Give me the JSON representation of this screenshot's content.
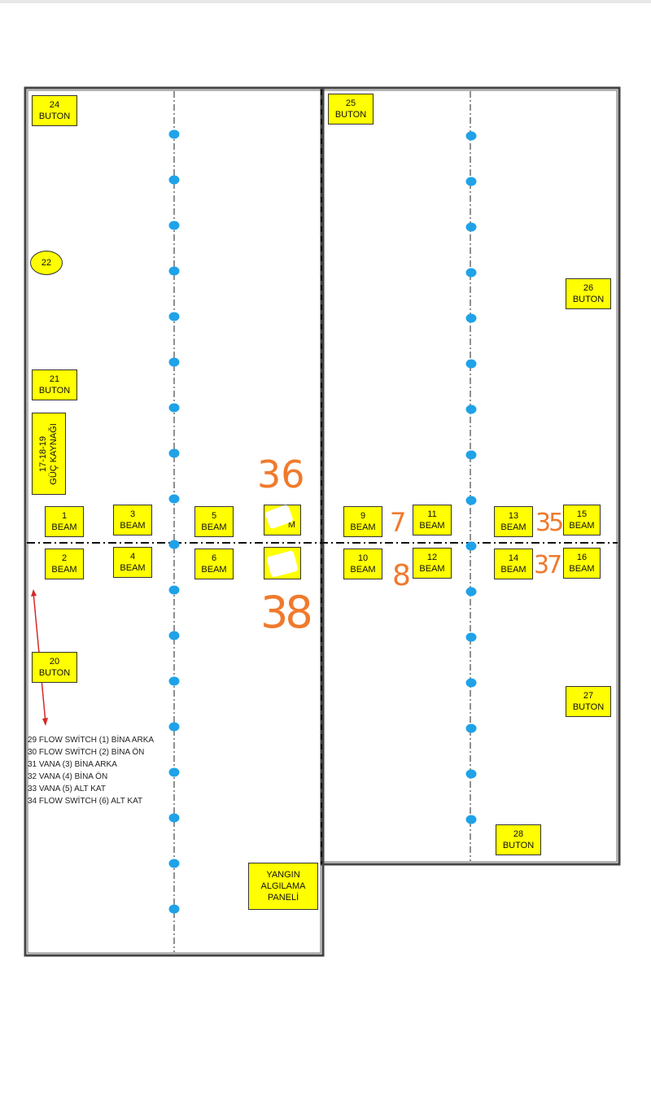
{
  "boxes": {
    "b24": {
      "num": "24",
      "label": "BUTON"
    },
    "b25": {
      "num": "25",
      "label": "BUTON"
    },
    "b26": {
      "num": "26",
      "label": "BUTON"
    },
    "b21": {
      "num": "21",
      "label": "BUTON"
    },
    "b20": {
      "num": "20",
      "label": "BUTON"
    },
    "b27": {
      "num": "27",
      "label": "BUTON"
    },
    "b28": {
      "num": "28",
      "label": "BUTON"
    },
    "b1": {
      "num": "1",
      "label": "BEAM"
    },
    "b2": {
      "num": "2",
      "label": "BEAM"
    },
    "b3": {
      "num": "3",
      "label": "BEAM"
    },
    "b4": {
      "num": "4",
      "label": "BEAM"
    },
    "b5": {
      "num": "5",
      "label": "BEAM"
    },
    "b6": {
      "num": "6",
      "label": "BEAM"
    },
    "b9": {
      "num": "9",
      "label": "BEAM"
    },
    "b10": {
      "num": "10",
      "label": "BEAM"
    },
    "b11": {
      "num": "11",
      "label": "BEAM"
    },
    "b12": {
      "num": "12",
      "label": "BEAM"
    },
    "b13": {
      "num": "13",
      "label": "BEAM"
    },
    "b14": {
      "num": "14",
      "label": "BEAM"
    },
    "b15": {
      "num": "15",
      "label": "BEAM"
    },
    "b16": {
      "num": "16",
      "label": "BEAM"
    },
    "b7_partial": {
      "label": "M"
    },
    "b8_partial": {
      "label": ""
    }
  },
  "circle22": "22",
  "power_supply": {
    "line1": "17-18-19",
    "line2": "GÜÇ KAYNAĞI"
  },
  "panel": {
    "line1": "YANGIN",
    "line2": "ALGILAMA",
    "line3": "PANELİ"
  },
  "legend": [
    "29 FLOW SWİTCH (1) BİNA ARKA",
    "30 FLOW SWİTCH (2) BİNA ÖN",
    "31 VANA (3) BİNA ARKA",
    "32 VANA (4) BİNA ÖN",
    "33 VANA (5) ALT KAT",
    "34 FLOW SWİTCH (6) ALT KAT"
  ],
  "handwritten": {
    "n36": "36",
    "n7": "7",
    "n8": "8",
    "n35": "35",
    "n37": "37",
    "n38": "38"
  },
  "colors": {
    "box_fill": "#ffff00",
    "detector": "#1fa2e8",
    "handwriting": "#f07a2c",
    "arrow": "#d42a2a"
  }
}
